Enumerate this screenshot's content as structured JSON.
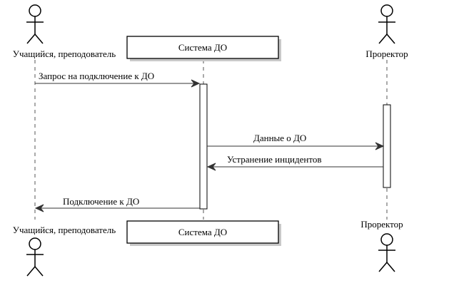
{
  "participants": {
    "student": {
      "label": "Учащийся, преподователь",
      "kind": "actor"
    },
    "system": {
      "label": "Система ДО",
      "kind": "participant"
    },
    "prorector": {
      "label": "Проректор",
      "kind": "actor"
    }
  },
  "messages": [
    {
      "from": "student",
      "to": "system",
      "label": "Запрос на подключение к ДО"
    },
    {
      "from": "system",
      "to": "prorector",
      "label": "Данные о ДО"
    },
    {
      "from": "prorector",
      "to": "system",
      "label": "Устранение инцидентов"
    },
    {
      "from": "system",
      "to": "student",
      "label": "Подключение к ДО"
    }
  ]
}
